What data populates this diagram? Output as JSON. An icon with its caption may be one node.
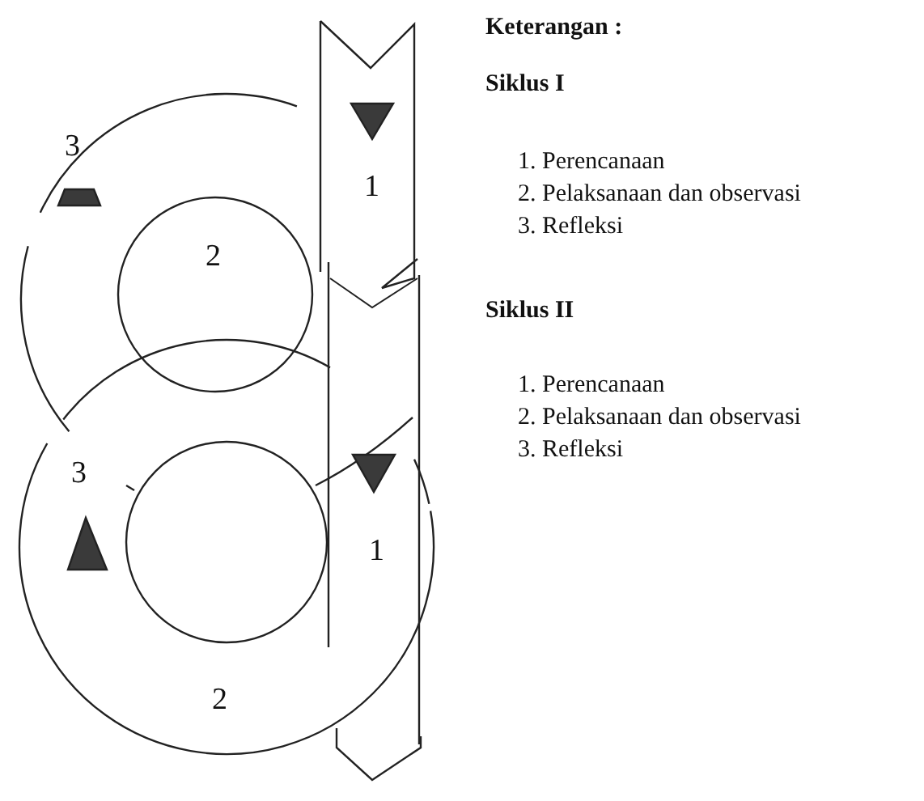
{
  "diagram": {
    "labels": [
      "Keterangan :",
      "3",
      "1",
      "2",
      "3",
      "1",
      "2",
      "Siklus I",
      "1. Perencanaan",
      "2. Pelaksanaan dan observasi",
      "3. Refleksi",
      "Siklus II",
      "1. Perencanaan",
      "2. Pelaksanaan dan observasi",
      "3. Refleksi"
    ]
  }
}
